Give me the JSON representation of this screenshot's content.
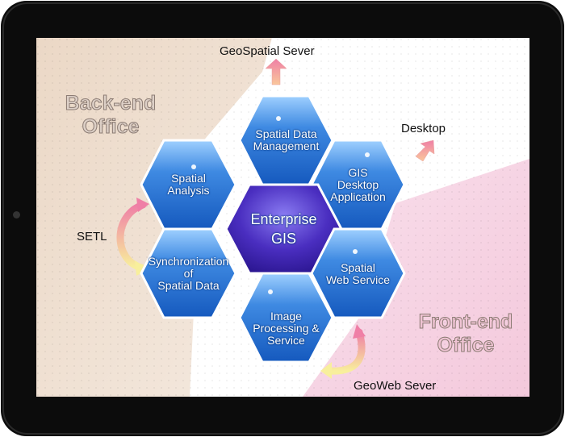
{
  "diagram": {
    "center": {
      "line1": "Enterprise",
      "line2": "GIS"
    },
    "modules": [
      {
        "lines": [
          "Spatial Data",
          "Management"
        ]
      },
      {
        "lines": [
          "Spatial",
          "Analysis"
        ]
      },
      {
        "lines": [
          "GIS",
          "Desktop",
          "Application"
        ]
      },
      {
        "lines": [
          "Synchronization",
          "of",
          "Spatial Data"
        ]
      },
      {
        "lines": [
          "Spatial",
          "Web Service"
        ]
      },
      {
        "lines": [
          "Image",
          "Processing &",
          "Service"
        ]
      }
    ],
    "labels": {
      "geospatial_server": "GeoSpatial Sever",
      "desktop": "Desktop",
      "setl": "SETL",
      "geoweb_server": "GeoWeb Sever"
    },
    "zones": {
      "back_end": {
        "line1": "Back-end",
        "line2": "Office"
      },
      "front_end": {
        "line1": "Front-end",
        "line2": "Office"
      }
    },
    "colors": {
      "back_end_zone": "#ecdccd",
      "front_end_zone": "#f7d3e2",
      "hex_blue": "#2f78d4",
      "center_purple": "#4a2ec0"
    }
  }
}
